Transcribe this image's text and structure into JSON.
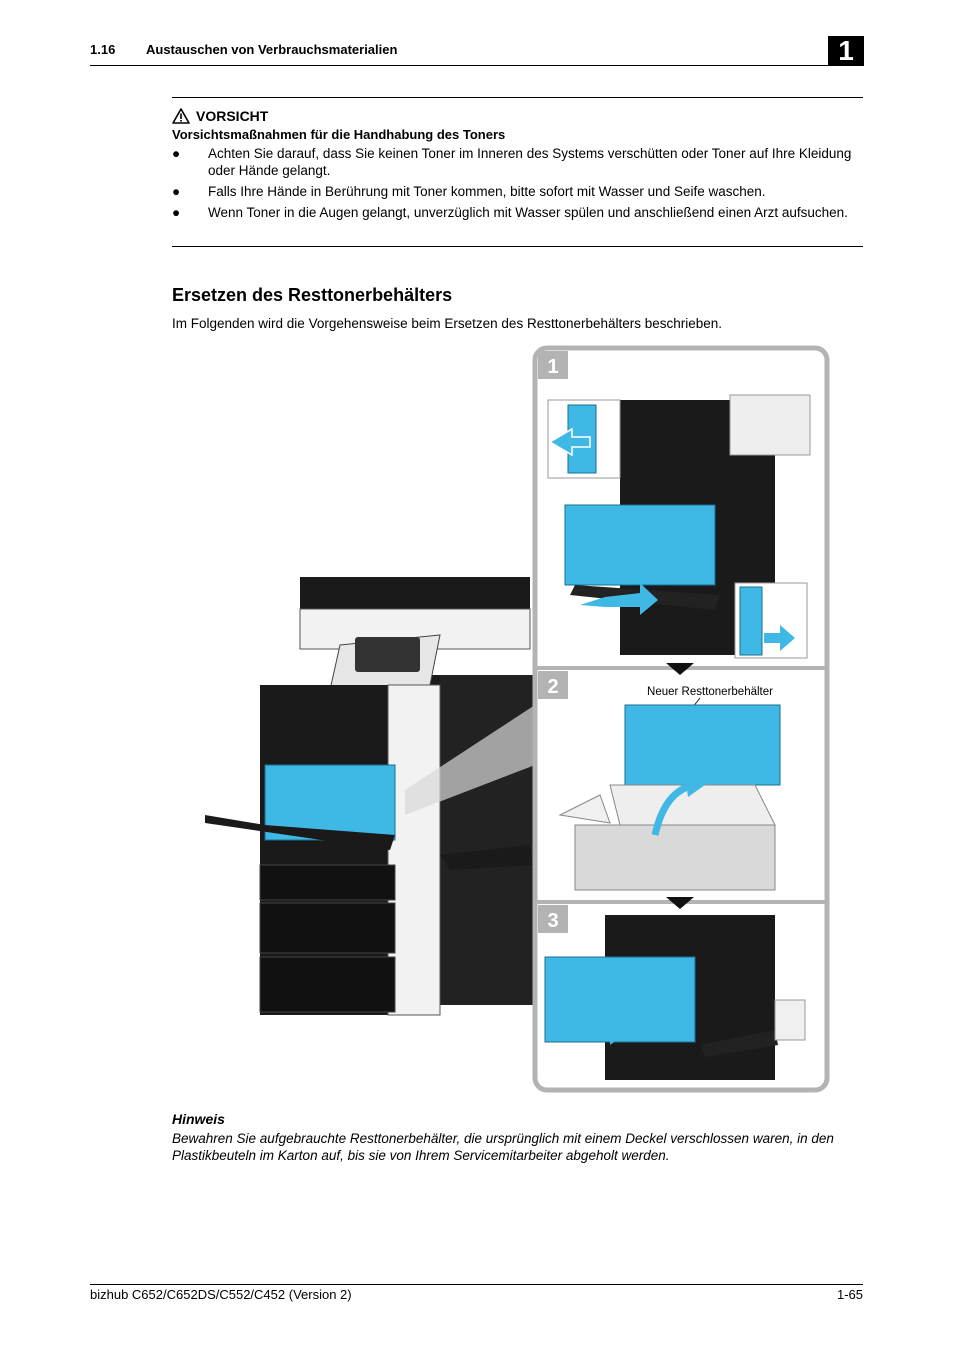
{
  "header": {
    "section_number": "1.16",
    "section_title": "Austauschen von Verbrauchsmaterialien",
    "chapter": "1"
  },
  "caution": {
    "title": "VORSICHT",
    "subtitle": "Vorsichtsmaßnahmen für die Handhabung des Toners",
    "bullets": [
      "Achten Sie darauf, dass Sie keinen Toner im Inneren des Systems verschütten oder Toner auf Ihre Kleidung oder Hände gelangt.",
      "Falls Ihre Hände in Berührung mit Toner kommen, bitte sofort mit Wasser und Seife waschen.",
      "Wenn Toner in die Augen gelangt, unverzüglich mit Wasser spülen und anschließend einen Arzt aufsuchen."
    ],
    "bullet_symbol": "●"
  },
  "section": {
    "heading": "Ersetzen des Resttonerbehälters",
    "intro": "Im Folgenden wird die Vorgehensweise beim Ersetzen des Resttonerbehälters beschrieben."
  },
  "illustration": {
    "steps": [
      "1",
      "2",
      "3"
    ],
    "callout": "Neuer Resttonerbehälter",
    "colors": {
      "container": "#3fb8e6",
      "machine": "#1a1a1a",
      "panel_border": "#b3b3b3",
      "box": "#d9d9d9"
    }
  },
  "hinweis": {
    "title": "Hinweis",
    "text": "Bewahren Sie aufgebrauchte Resttonerbehälter, die ursprünglich mit einem Deckel verschlossen waren, in den Plastikbeuteln im Karton auf, bis sie von Ihrem Servicemitarbeiter abgeholt werden."
  },
  "footer": {
    "model": "bizhub C652/C652DS/C552/C452 (Version 2)",
    "page": "1-65"
  }
}
